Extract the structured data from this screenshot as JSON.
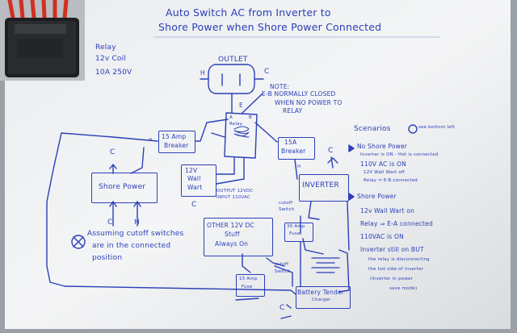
{
  "title": {
    "line1": "Auto Switch AC from Inverter to",
    "line2": "Shore Power when Shore Power Connected"
  },
  "relay_spec": {
    "label": "Relay",
    "coil": "12v Coil",
    "rating": "10A 250V"
  },
  "outlet": {
    "label": "OUTLET",
    "hot": "H",
    "common": "C"
  },
  "note": {
    "line1": "NOTE:",
    "line2": "E-B NORMALLY CLOSED",
    "line3": "WHEN NO POWER TO",
    "line4": "RELAY"
  },
  "relay": {
    "label": "Relay",
    "terminal_a": "A",
    "terminal_b": "B",
    "terminal_e": "E"
  },
  "breaker_15amp": {
    "line1": "15 Amp",
    "line2": "Breaker",
    "hot": "H"
  },
  "shore_power": {
    "label": "Shore Power",
    "common_top": "C",
    "common_bottom": "C",
    "hot_bottom": "H"
  },
  "wall_wart": {
    "line1": "12V",
    "line2": "Wall",
    "line3": "Wart",
    "common": "C"
  },
  "wall_wart_spec": {
    "line1": "OUTPUT 12VDC",
    "line2": "INPUT 110VAC"
  },
  "breaker_15a": {
    "line1": "15A",
    "line2": "Breaker"
  },
  "inverter": {
    "label": "INVERTER",
    "common": "C",
    "hot": "H"
  },
  "cutoff_switch_top": {
    "line1": "cutoff",
    "line2": "Switch"
  },
  "other_dc": {
    "line1": "OTHER 12V DC",
    "line2": "Stuff",
    "line3": "Always On"
  },
  "fuse_30amp": {
    "line1": "30 Amp",
    "line2": "Fuse"
  },
  "assumption": {
    "line1": "Assuming cutoff switches",
    "line2": "are in the connected",
    "line3": "position"
  },
  "cutoff_switch_bottom": {
    "line1": "cutoff",
    "line2": "Switch"
  },
  "fuse_15amp": {
    "line1": "15 Amp",
    "line2": "Fuse"
  },
  "battery_tender": {
    "line1": "Battery Tender",
    "line2": "Charger",
    "common": "C"
  },
  "scenarios": {
    "header": "Scenarios",
    "side_note": "see bottom left",
    "s1_title": "No Shore Power",
    "s1_items": [
      "Inverter is ON - Hot is connected",
      "110V AC is ON",
      "12V Wall Wart off",
      "Relay ⇒ E-B connected"
    ],
    "s2_title": "Shore Power",
    "s2_items": [
      "12v Wall Wart on",
      "Relay ⇒ E-A connected",
      "110VAC is ON",
      "Inverter still on BUT",
      "the relay is disconnecting",
      "the hot side of inverter",
      "(Inverter in power",
      "save mode)"
    ]
  }
}
